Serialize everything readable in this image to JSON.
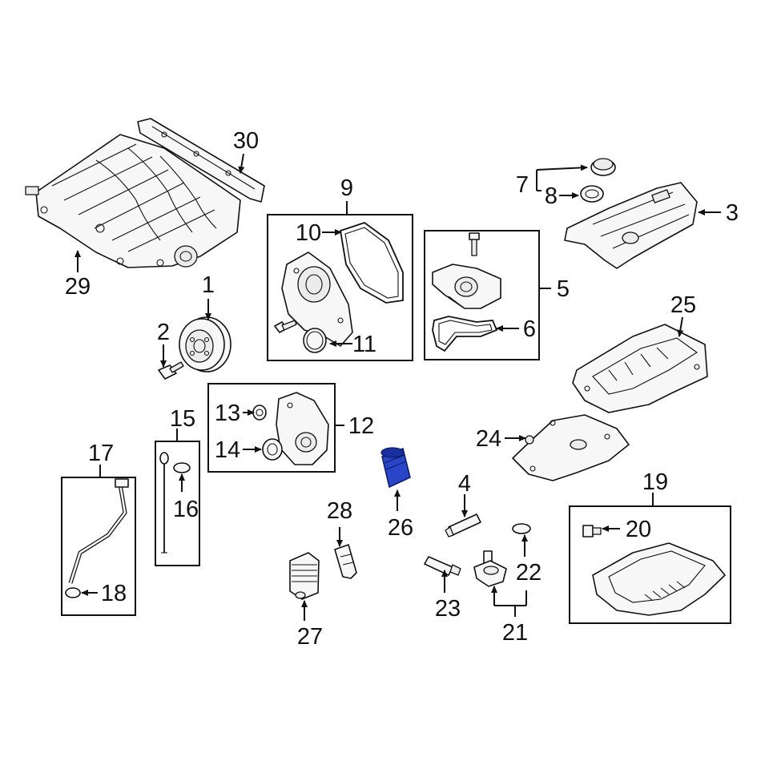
{
  "callouts": {
    "c1": "1",
    "c2": "2",
    "c3": "3",
    "c4": "4",
    "c5": "5",
    "c6": "6",
    "c7": "7",
    "c8": "8",
    "c9": "9",
    "c10": "10",
    "c11": "11",
    "c12": "12",
    "c13": "13",
    "c14": "14",
    "c15": "15",
    "c16": "16",
    "c17": "17",
    "c18": "18",
    "c19": "19",
    "c20": "20",
    "c21": "21",
    "c22": "22",
    "c23": "23",
    "c24": "24",
    "c25": "25",
    "c26": "26",
    "c27": "27",
    "c28": "28",
    "c29": "29",
    "c30": "30"
  },
  "colors": {
    "highlight_part": "#2b45c8",
    "line": "#111111",
    "background": "#ffffff"
  }
}
